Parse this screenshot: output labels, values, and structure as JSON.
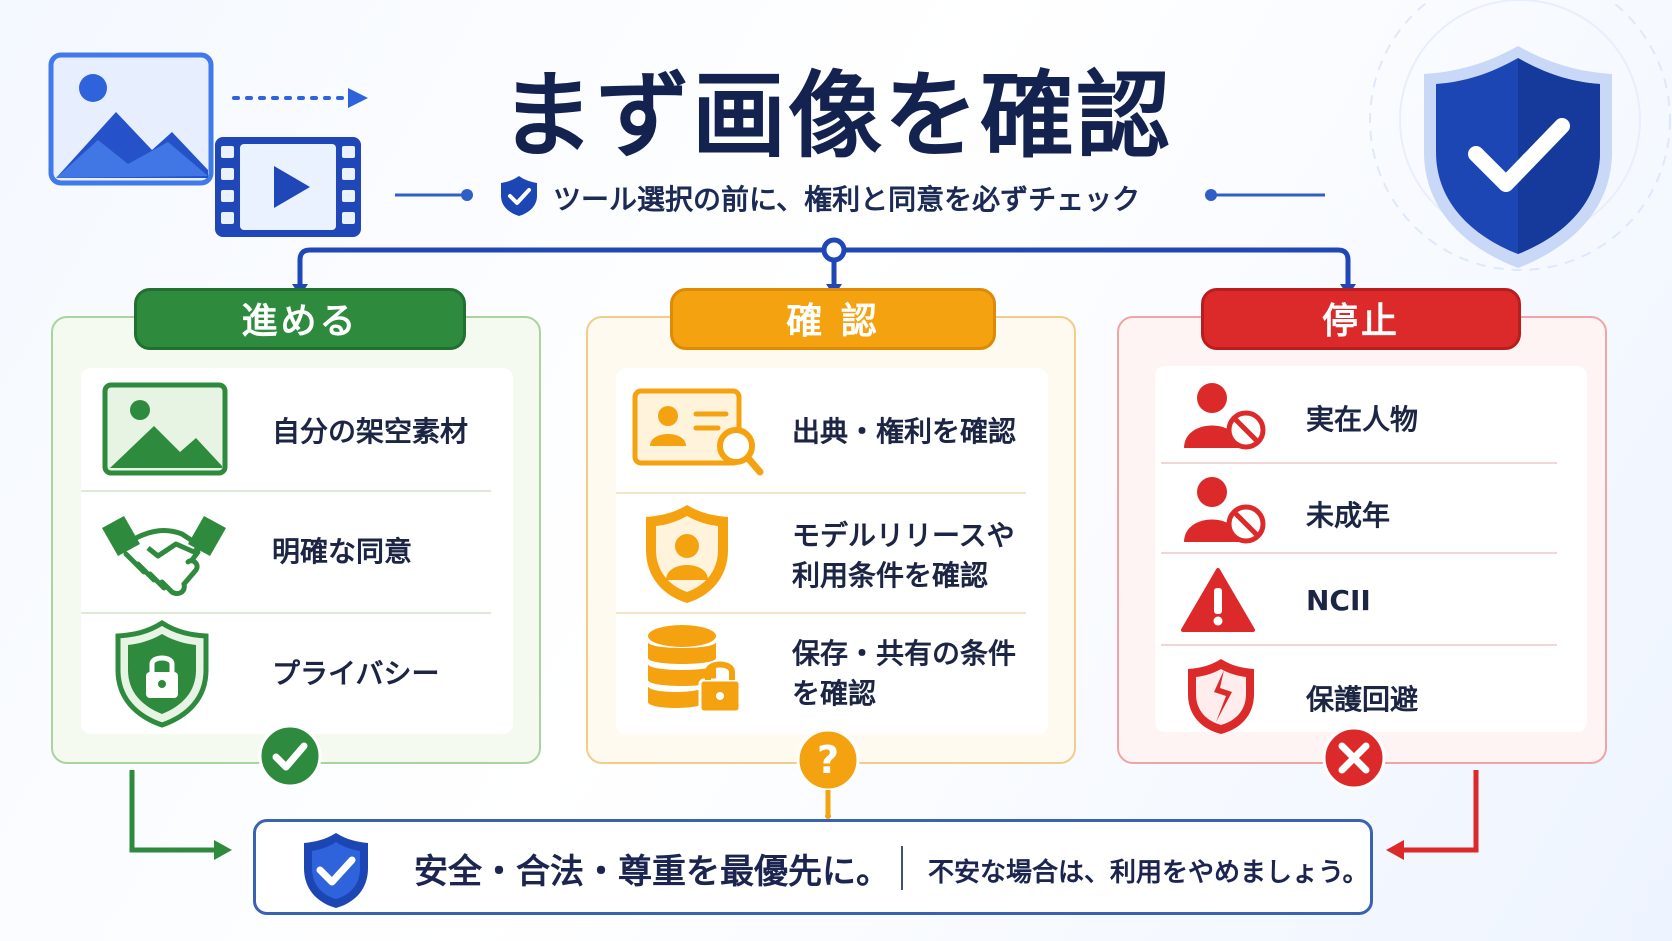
{
  "header": {
    "title": "まず画像を確認",
    "subtitle": "ツール選択の前に、権利と同意を必ずチェック"
  },
  "columns": [
    {
      "key": "green",
      "heading": "進める",
      "items": [
        {
          "label": "自分の架空素材",
          "icon": "image-icon"
        },
        {
          "label": "明確な同意",
          "icon": "handshake-icon"
        },
        {
          "label": "プライバシー",
          "icon": "shield-lock-icon"
        }
      ],
      "status_icon": "check-circle-icon"
    },
    {
      "key": "orange",
      "heading": "確 認",
      "items": [
        {
          "label_lines": [
            "出典・権利を確認"
          ],
          "icon": "id-card-search-icon"
        },
        {
          "label_lines": [
            "モデルリリースや",
            "利用条件を確認"
          ],
          "icon": "shield-person-icon"
        },
        {
          "label_lines": [
            "保存・共有の条件",
            "を確認"
          ],
          "icon": "database-lock-icon"
        }
      ],
      "status_icon": "question-pin-icon"
    },
    {
      "key": "red",
      "heading": "停止",
      "items": [
        {
          "label": "実在人物",
          "icon": "person-prohibited-icon"
        },
        {
          "label": "未成年",
          "icon": "person-prohibited-icon"
        },
        {
          "label": "NCII",
          "icon": "warning-triangle-icon"
        },
        {
          "label": "保護回避",
          "icon": "broken-shield-icon"
        }
      ],
      "status_icon": "x-circle-icon"
    }
  ],
  "footer": {
    "main": "安全・合法・尊重を最優先に。",
    "sub": "不安な場合は、利用をやめましょう。"
  },
  "colors": {
    "navy": "#13224f",
    "blue": "#2352c8",
    "green": "#2e8b3e",
    "orange": "#f4a20f",
    "red": "#dc2a2a"
  }
}
